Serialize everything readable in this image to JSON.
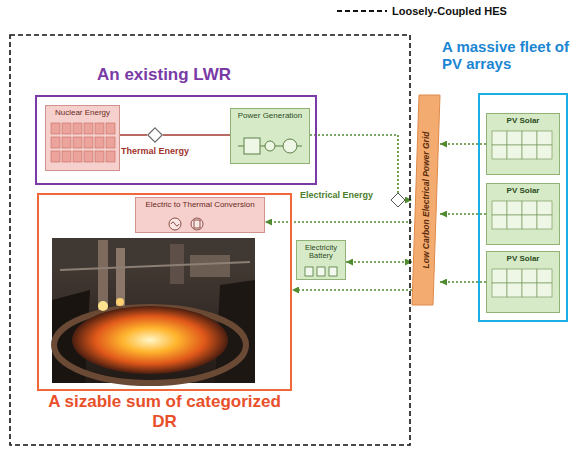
{
  "diagram": {
    "nodes": [
      {
        "text": [
          "An existing LWR"
        ]
      },
      {
        "text": [
          "Nuclear Energy"
        ],
        "in": 0
      },
      {
        "text": [
          "Thermal Energy"
        ],
        "in": 0
      },
      {
        "text": [
          "Power Generation"
        ],
        "in": 0
      },
      {
        "text": [
          "Electricity Battery"
        ]
      },
      {
        "text": [
          "A sizable sum of categorized DR"
        ]
      },
      {
        "text": [
          "Electric to Thermal Conversion"
        ],
        "in": 5
      },
      {
        "text": [
          "Low Carbon Electrical Power Grid"
        ]
      },
      {
        "text": [
          "A massive fleet of PV arrays"
        ]
      },
      {
        "text": [
          "PV Solar"
        ],
        "in": 8
      },
      {
        "text": [
          "PV Solar"
        ],
        "in": 8
      },
      {
        "text": [
          "PV Solar"
        ],
        "in": 8
      }
    ],
    "edges": [
      {
        "from": 1,
        "to": 2,
        "arrow": "none"
      },
      {
        "from": 2,
        "to": 3,
        "arrow": "none"
      },
      {
        "from": 3,
        "to": 7,
        "arrow": "to"
      },
      {
        "from": 4,
        "to": 7,
        "arrow": "both"
      },
      {
        "from": 7,
        "to": 6,
        "arrow": "to"
      },
      {
        "from": 7,
        "to": 5,
        "arrow": "to"
      },
      {
        "from": 9,
        "to": 7,
        "arrow": "to"
      },
      {
        "from": 10,
        "to": 7,
        "arrow": "to"
      },
      {
        "from": 11,
        "to": 7,
        "arrow": "to"
      }
    ],
    "labels": [
      "Electrical Energy"
    ],
    "legend": [
      {
        "text": "Loosely-Coupled HES"
      }
    ]
  }
}
